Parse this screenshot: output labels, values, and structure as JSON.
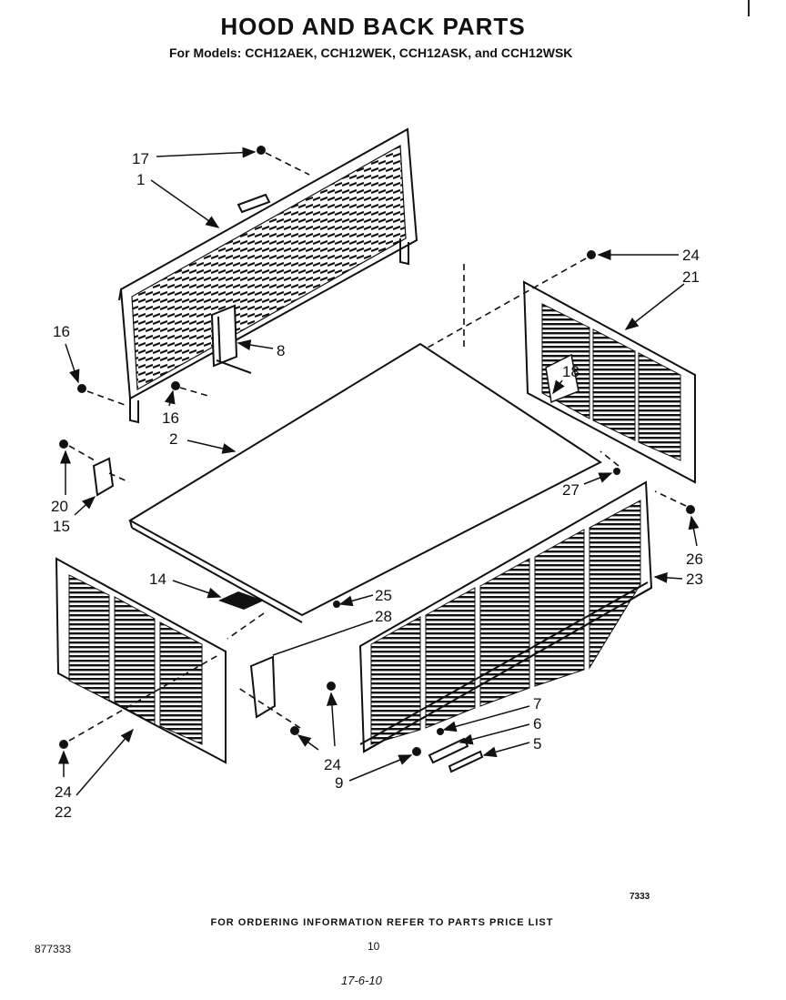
{
  "title": "HOOD AND BACK PARTS",
  "subtitle": "For Models: CCH12AEK,  CCH12WEK, CCH12ASK, and CCH12WSK",
  "footer_note": "FOR ORDERING INFORMATION REFER TO PARTS PRICE LIST",
  "part_number": "877333",
  "page_number": "10",
  "figure_ref": "7333",
  "handwritten_date": "17-6-10",
  "callouts": {
    "c17": "17",
    "c1": "1",
    "c16a": "16",
    "c16b": "16",
    "c8": "8",
    "c2": "2",
    "c20": "20",
    "c15": "15",
    "c14": "14",
    "c25": "25",
    "c28": "28",
    "c24a": "24",
    "c24b": "24",
    "c24c": "24",
    "c21": "21",
    "c18": "18",
    "c27": "27",
    "c26": "26",
    "c23": "23",
    "c7": "7",
    "c6": "6",
    "c5": "5",
    "c9": "9",
    "c22": "22"
  }
}
